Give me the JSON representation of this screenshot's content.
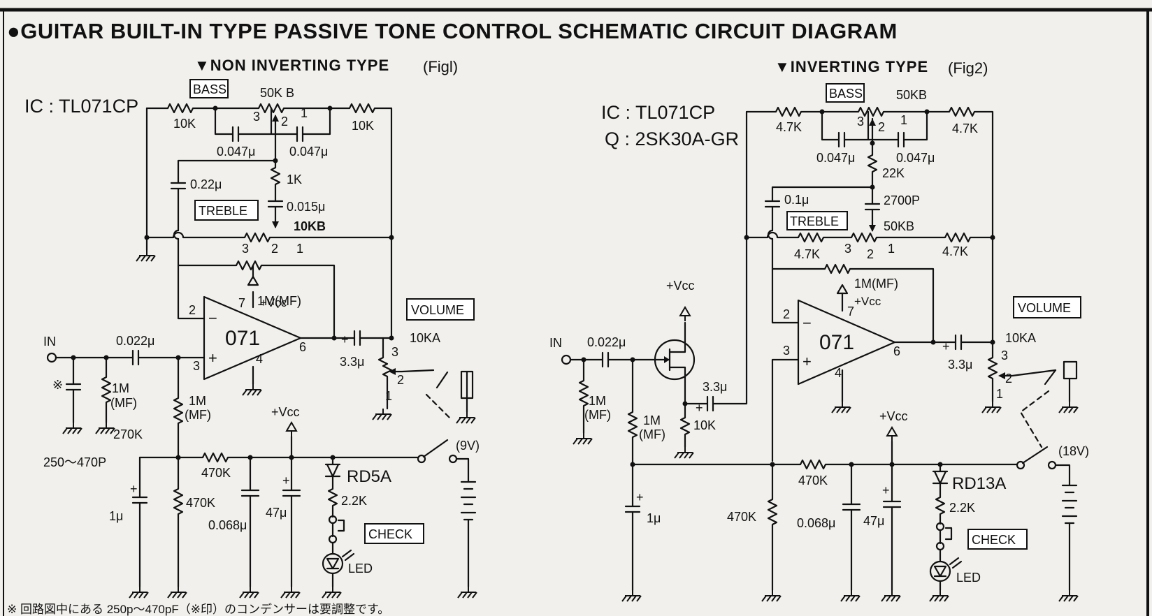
{
  "title": "●GUITAR BUILT-IN TYPE PASSIVE TONE CONTROL SCHEMATIC CIRCUIT DIAGRAM",
  "footnote": "※ 回路図中にある 250p～470pF（※印）のコンデンサーは要調整です。",
  "fig1": {
    "heading": "▼NON INVERTING TYPE",
    "fig_label": "(Figl)",
    "ic": "IC : TL071CP",
    "bass_box": "BASS",
    "bass_pot": "50K B",
    "treble_box": "TREBLE",
    "treble_pot": "10KB",
    "volume_box": "VOLUME",
    "volume_pot": "10KA",
    "opamp": "071",
    "check_box": "CHECK",
    "led": "LED",
    "zener": "RD5A",
    "battery": "(9V)",
    "vcc": "+Vcc",
    "in": "IN",
    "asterisk": "※",
    "cap_range": "250～470P",
    "labels": {
      "r_bass_l": "10K",
      "r_bass_r": "10K",
      "c_bass_l": "0.047μ",
      "c_bass_r": "0.047μ",
      "c_treble": "0.22μ",
      "r_1k": "1K",
      "c_015": "0.015μ",
      "r_fb": "1M(MF)",
      "c_in": "0.022μ",
      "r_in": "1M",
      "r_in_mf": "(MF)",
      "r_in_alt": "270K",
      "r_bias": "1M",
      "r_bias_mf": "(MF)",
      "c_out": "3.3μ",
      "r_div_h": "470K",
      "r_div_v": "470K",
      "c_068": "0.068μ",
      "c_47": "47μ",
      "c_1": "1μ",
      "r_led": "2.2K",
      "pin2": "2",
      "pin3": "3",
      "pin4": "4",
      "pin6": "6",
      "pin7": "7",
      "pot1": "1",
      "pot2": "2",
      "pot3": "3"
    }
  },
  "fig2": {
    "heading": "▼INVERTING TYPE",
    "fig_label": "(Fig2)",
    "ic": "IC : TL071CP",
    "q": "Q : 2SK30A-GR",
    "bass_box": "BASS",
    "bass_pot": "50KB",
    "treble_box": "TREBLE",
    "treble_pot": "50KB",
    "volume_box": "VOLUME",
    "volume_pot": "10KA",
    "opamp": "071",
    "check_box": "CHECK",
    "led": "LED",
    "zener": "RD13A",
    "battery": "(18V)",
    "vcc": "+Vcc",
    "in": "IN",
    "labels": {
      "r_bass_l": "4.7K",
      "r_bass_r": "4.7K",
      "c_bass_l": "0.047μ",
      "c_bass_r": "0.047μ",
      "r_22k": "22K",
      "c_2700": "2700P",
      "c_01": "0.1μ",
      "r_tr_l": "4.7K",
      "r_tr_r": "4.7K",
      "r_fb": "1M(MF)",
      "c_in": "0.022μ",
      "r_in": "1M",
      "r_in_mf": "(MF)",
      "r_gate": "1M",
      "r_gate_mf": "(MF)",
      "c_src": "3.3μ",
      "r_src": "10K",
      "c_out": "3.3μ",
      "r_div_h": "470K",
      "r_div_v": "470K",
      "c_068": "0.068μ",
      "c_47": "47μ",
      "c_1": "1μ",
      "r_led": "2.2K",
      "pin2": "2",
      "pin3": "3",
      "pin4": "4",
      "pin6": "6",
      "pin7": "7",
      "pot1": "1",
      "pot2": "2",
      "pot3": "3"
    }
  }
}
